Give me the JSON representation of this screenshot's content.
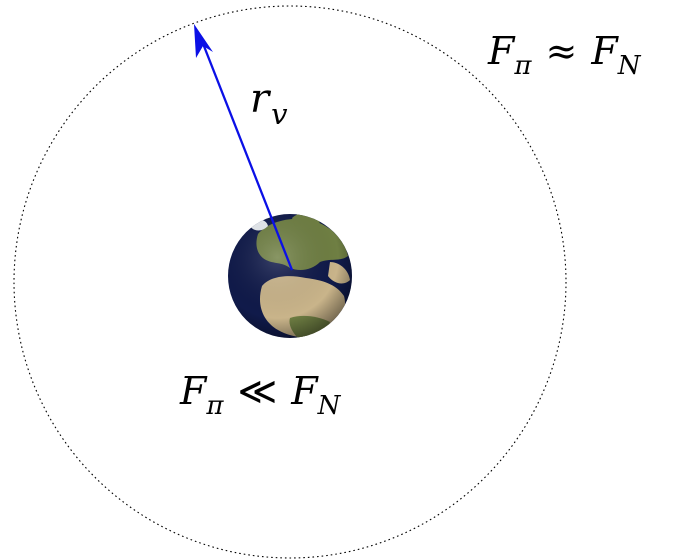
{
  "diagram": {
    "radius_label": {
      "base": "r",
      "sub": "v",
      "color": "#0b10e6"
    },
    "outer_relation": {
      "lhs": "F",
      "lhs_sub": "π",
      "op": "≈",
      "rhs": "F",
      "rhs_sub": "N"
    },
    "inner_relation": {
      "lhs": "F",
      "lhs_sub": "π",
      "op": "≪",
      "rhs": "F",
      "rhs_sub": "N"
    },
    "colors": {
      "arrow": "#0b10e6",
      "circle": "#000000",
      "ocean": "#101a4a",
      "land": "#6f7f43",
      "desert": "#c9b48a"
    }
  }
}
